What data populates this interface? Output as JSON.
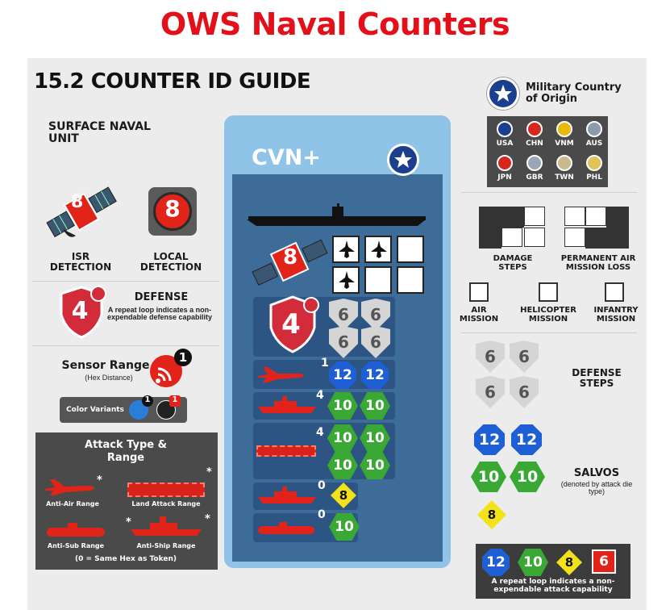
{
  "title": "OWS Naval Counters",
  "heading": "15.2 COUNTER ID GUIDE",
  "left": {
    "surface_unit": "SURFACE NAVAL UNIT",
    "isr_value": "8",
    "local_value": "8",
    "isr_label": "ISR DETECTION",
    "local_label": "LOCAL DETECTION",
    "defense_value": "4",
    "defense_title": "DEFENSE",
    "defense_desc": "A repeat loop indicates a non-expendable defense capability",
    "sensor_title": "Sensor Range",
    "sensor_sub": "(Hex Distance)",
    "sensor_value": "1",
    "color_variants": "Color Variants",
    "color_v1": "1",
    "color_v2": "1",
    "attack_title": "Attack Type & Range",
    "anti_air": "Anti-Air Range",
    "land_attack": "Land Attack Range",
    "anti_sub": "Anti-Sub Range",
    "anti_ship": "Anti-Ship Range",
    "star": "*",
    "same_hex": "(0 = Same Hex as Token)"
  },
  "counter": {
    "name": "CVN+",
    "isr": "8",
    "defense": "4",
    "shields": [
      "6",
      "6",
      "6",
      "6"
    ],
    "aa_range": "1",
    "aa_vals": [
      "12",
      "12"
    ],
    "ship_range": "4",
    "ship_vals": [
      "10",
      "10"
    ],
    "land_range": "4",
    "land_vals": [
      "10",
      "10",
      "10",
      "10"
    ],
    "sub_range_1": "0",
    "sub_val_1": "8",
    "sub_range_2": "0",
    "sub_val_2": "10"
  },
  "right": {
    "country_title": "Military Country of Origin",
    "countries": [
      {
        "code": "USA",
        "color": "#1b3f8f"
      },
      {
        "code": "CHN",
        "color": "#d9261c"
      },
      {
        "code": "VNM",
        "color": "#e8b90c"
      },
      {
        "code": "AUS",
        "color": "#8a9bb0"
      },
      {
        "code": "JPN",
        "color": "#d9261c"
      },
      {
        "code": "GBR",
        "color": "#9aa6b8"
      },
      {
        "code": "TWN",
        "color": "#c9b98c"
      },
      {
        "code": "PHL",
        "color": "#e2c35a"
      }
    ],
    "damage_steps": "DAMAGE STEPS",
    "perm_air": "PERMANENT AIR MISSION LOSS",
    "air_mission": "AIR MISSION",
    "heli_mission": "HELICOPTER MISSION",
    "inf_mission": "INFANTRY MISSION",
    "defense_steps": "DEFENSE STEPS",
    "shields": [
      "6",
      "6",
      "6",
      "6"
    ],
    "salvos": "SALVOS",
    "salvos_sub": "(denoted by attack die type)",
    "salvo_blue": [
      "12",
      "12"
    ],
    "salvo_green": [
      "10",
      "10"
    ],
    "salvo_yellow": "8",
    "repeat_vals": [
      "12",
      "10",
      "8",
      "6"
    ],
    "repeat_desc": "A repeat loop indicates a non-expendable attack capability"
  }
}
